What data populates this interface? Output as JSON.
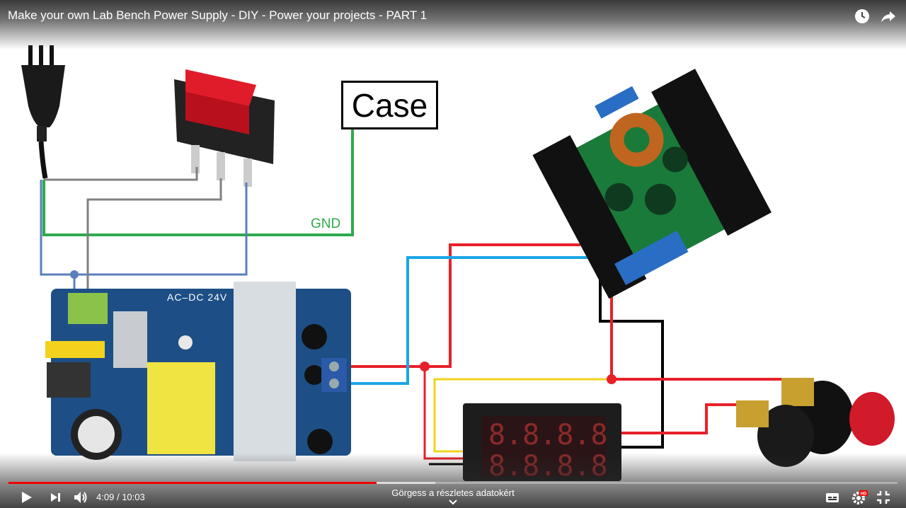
{
  "video": {
    "title": "Make your own Lab Bench Power Supply - DIY - Power your projects - PART 1",
    "current_time": "4:09",
    "separator": "/",
    "duration": "10:03",
    "progress_fraction": 0.414,
    "buffer_fraction": 0.48
  },
  "controls": {
    "scroll_hint": "Görgess a részletes adatokért",
    "quality_badge": "HD"
  },
  "diagram": {
    "case_label": "Case",
    "gnd_label": "GND",
    "psu_label": "AC–DC 24V",
    "wire_colors": {
      "ground": "#2eaa4c",
      "live": "#808080",
      "neutral": "#5b7fbd",
      "positive": "#e8202a",
      "negative": "#1aa6e6",
      "return": "#000000",
      "signal": "#f2d21c"
    }
  }
}
